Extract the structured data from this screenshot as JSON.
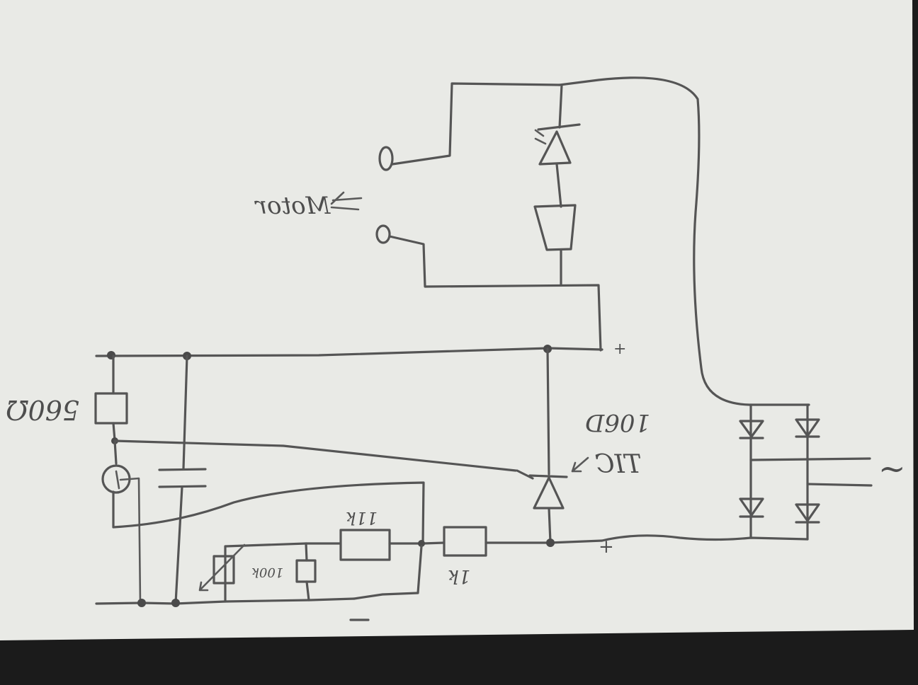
{
  "labels": {
    "motor": "Motor",
    "r_top": "560Ω",
    "thyristor_a": "TIC",
    "thyristor_b": "106D",
    "r_11k": "11k",
    "r_100k": "100k",
    "r_1k": "1k",
    "plus_top": "+",
    "plus_bottom": "+",
    "minus": "−",
    "ac": "~"
  },
  "colors": {
    "paper": "#e9eae6",
    "ink": "#555555",
    "background": "#1b1b1b"
  }
}
